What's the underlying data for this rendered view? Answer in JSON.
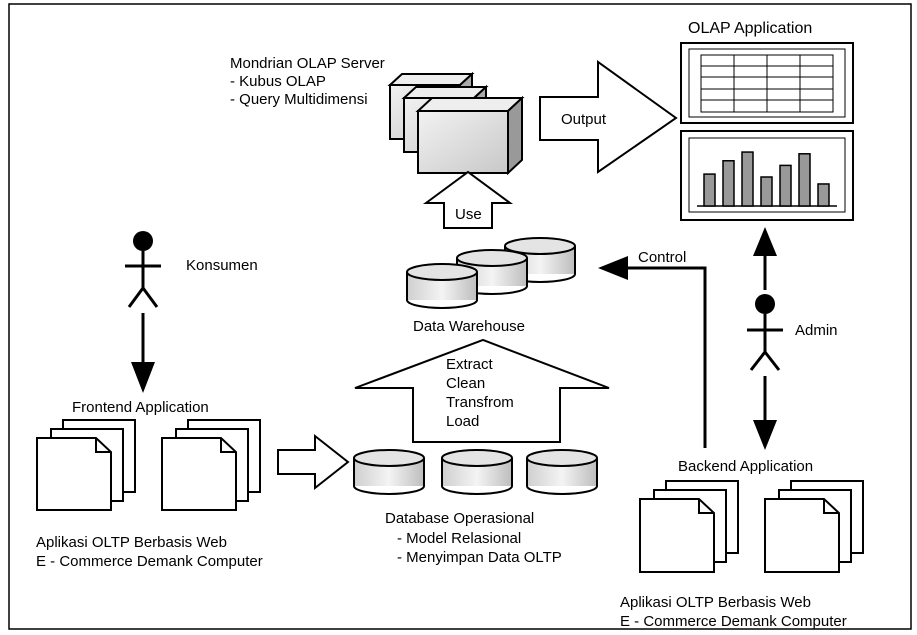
{
  "olap_server": {
    "title": "Mondrian OLAP Server",
    "line1": "- Kubus OLAP",
    "line2": "- Query Multidimensi"
  },
  "olap_app": {
    "title": "OLAP Application",
    "bar_levels": [
      0.55,
      0.78,
      0.93,
      0.5,
      0.7,
      0.9,
      0.38
    ]
  },
  "output_label": "Output",
  "use_label": "Use",
  "control_label": "Control",
  "consumer_label": "Konsumen",
  "admin_label": "Admin",
  "data_warehouse_label": "Data Warehouse",
  "etl": {
    "line1": "Extract",
    "line2": "Clean",
    "line3": "Transfrom",
    "line4": "Load"
  },
  "frontend": {
    "title": "Frontend Application",
    "desc1": "Aplikasi OLTP Berbasis Web",
    "desc2": "E - Commerce Demank Computer"
  },
  "database": {
    "title": "Database Operasional",
    "line1": "- Model Relasional",
    "line2": "- Menyimpan Data OLTP"
  },
  "backend": {
    "title": "Backend Application",
    "desc1": "Aplikasi OLTP Berbasis Web",
    "desc2": "E - Commerce Demank Computer"
  }
}
